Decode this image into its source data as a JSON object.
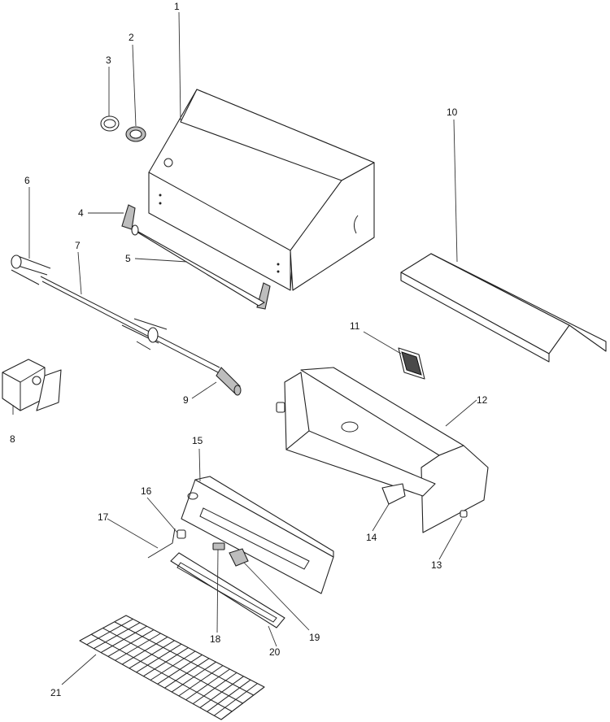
{
  "callouts": {
    "p1": "1",
    "p2": "2",
    "p3": "3",
    "p4": "4",
    "p5": "5",
    "p6": "6",
    "p7": "7",
    "p8": "8",
    "p9": "9",
    "p10": "10",
    "p11": "11",
    "p12": "12",
    "p13": "13",
    "p14": "14",
    "p15": "15",
    "p16": "16",
    "p17": "17",
    "p18": "18",
    "p19": "19",
    "p20": "20",
    "p21": "21"
  }
}
